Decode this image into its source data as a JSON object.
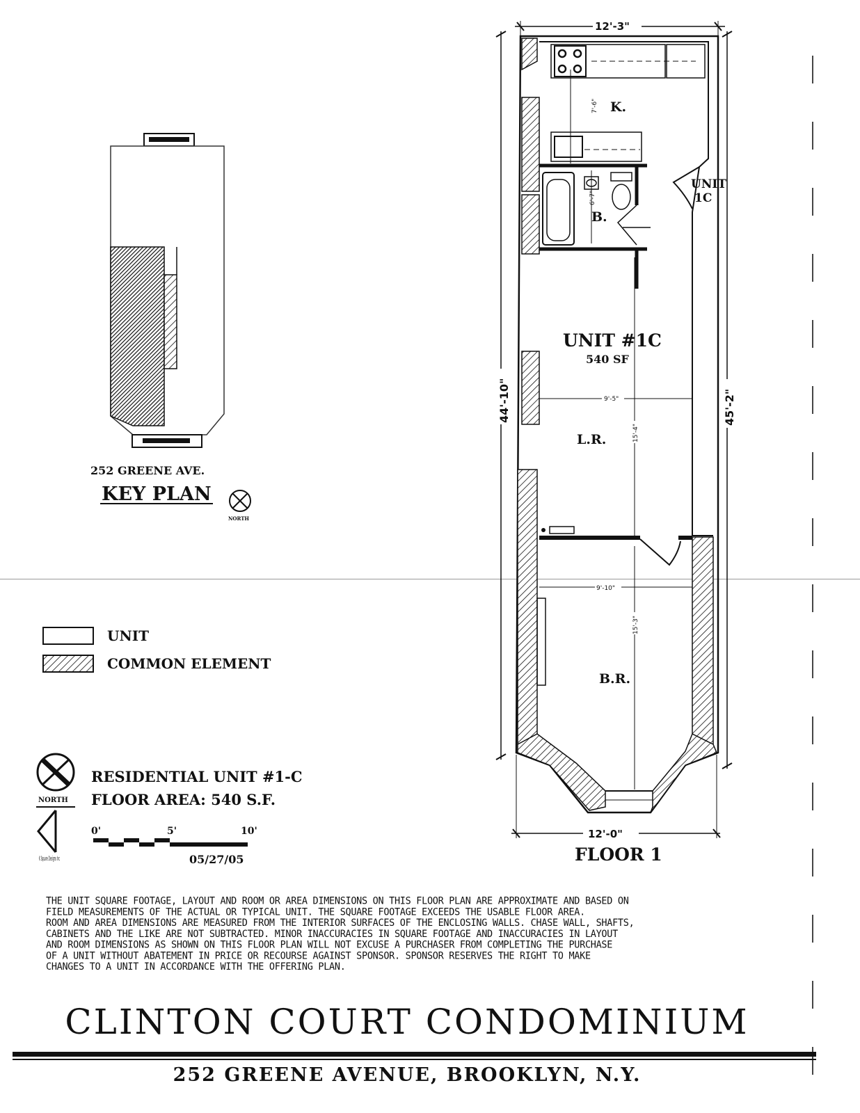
{
  "key_plan": {
    "address": "252 GREENE AVE.",
    "title": "KEY PLAN",
    "north": "NORTH"
  },
  "legend": {
    "unit": "UNIT",
    "common_element": "COMMON ELEMENT"
  },
  "unit_info": {
    "north": "NORTH",
    "name": "RESIDENTIAL UNIT #1-C",
    "floor_area": "FLOOR AREA:  540 S.F.",
    "designer": "K Square Designs Inc",
    "scale_0": "0'",
    "scale_5": "5'",
    "scale_10": "10'",
    "date": "05/27/05"
  },
  "plan": {
    "top_width": "12'-3\"",
    "bottom_width": "12'-0\"",
    "left_length": "44'-10\"",
    "right_length": "45'-2\"",
    "kitchen": "K.",
    "kitchen_dim": "7'-6\"",
    "bath": "B.",
    "bath_dim": "6'-7\"",
    "entry_line1": "UNIT",
    "entry_line2": "1C",
    "unit_title": "UNIT #1C",
    "unit_area": "540 SF",
    "lr_width": "9'-5\"",
    "living_room": "L.R.",
    "lr_length": "15'-4\"",
    "br_width": "9'-10\"",
    "bedroom": "B.R.",
    "br_length": "15'-3\"",
    "floor": "FLOOR 1"
  },
  "disclaimer": [
    "THE UNIT SQUARE FOOTAGE, LAYOUT AND ROOM OR AREA DIMENSIONS ON THIS FLOOR PLAN ARE APPROXIMATE AND BASED ON",
    "FIELD MEASUREMENTS OF THE ACTUAL OR TYPICAL UNIT.  THE SQUARE FOOTAGE EXCEEDS THE USABLE FLOOR AREA.",
    "ROOM AND AREA  DIMENSIONS ARE MEASURED FROM THE INTERIOR SURFACES OF THE ENCLOSING WALLS.  CHASE WALL, SHAFTS,",
    "CABINETS AND THE LIKE ARE NOT SUBTRACTED.   MINOR INACCURACIES IN SQUARE FOOTAGE AND INACCURACIES  IN LAYOUT",
    "AND ROOM DIMENSIONS AS SHOWN ON THIS FLOOR PLAN WILL NOT EXCUSE A PURCHASER FROM COMPLETING  THE  PURCHASE",
    "OF A UNIT WITHOUT ABATEMENT IN PRICE  OR RECOURSE AGAINST SPONSOR.   SPONSOR RESERVES THE RIGHT TO MAKE",
    "CHANGES TO A UNIT IN   ACCORDANCE WITH THE OFFERING PLAN."
  ],
  "footer": {
    "title": "CLINTON  COURT  CONDOMINIUM",
    "address": "252  GREENE  AVENUE,  BROOKLYN,  N.Y."
  }
}
